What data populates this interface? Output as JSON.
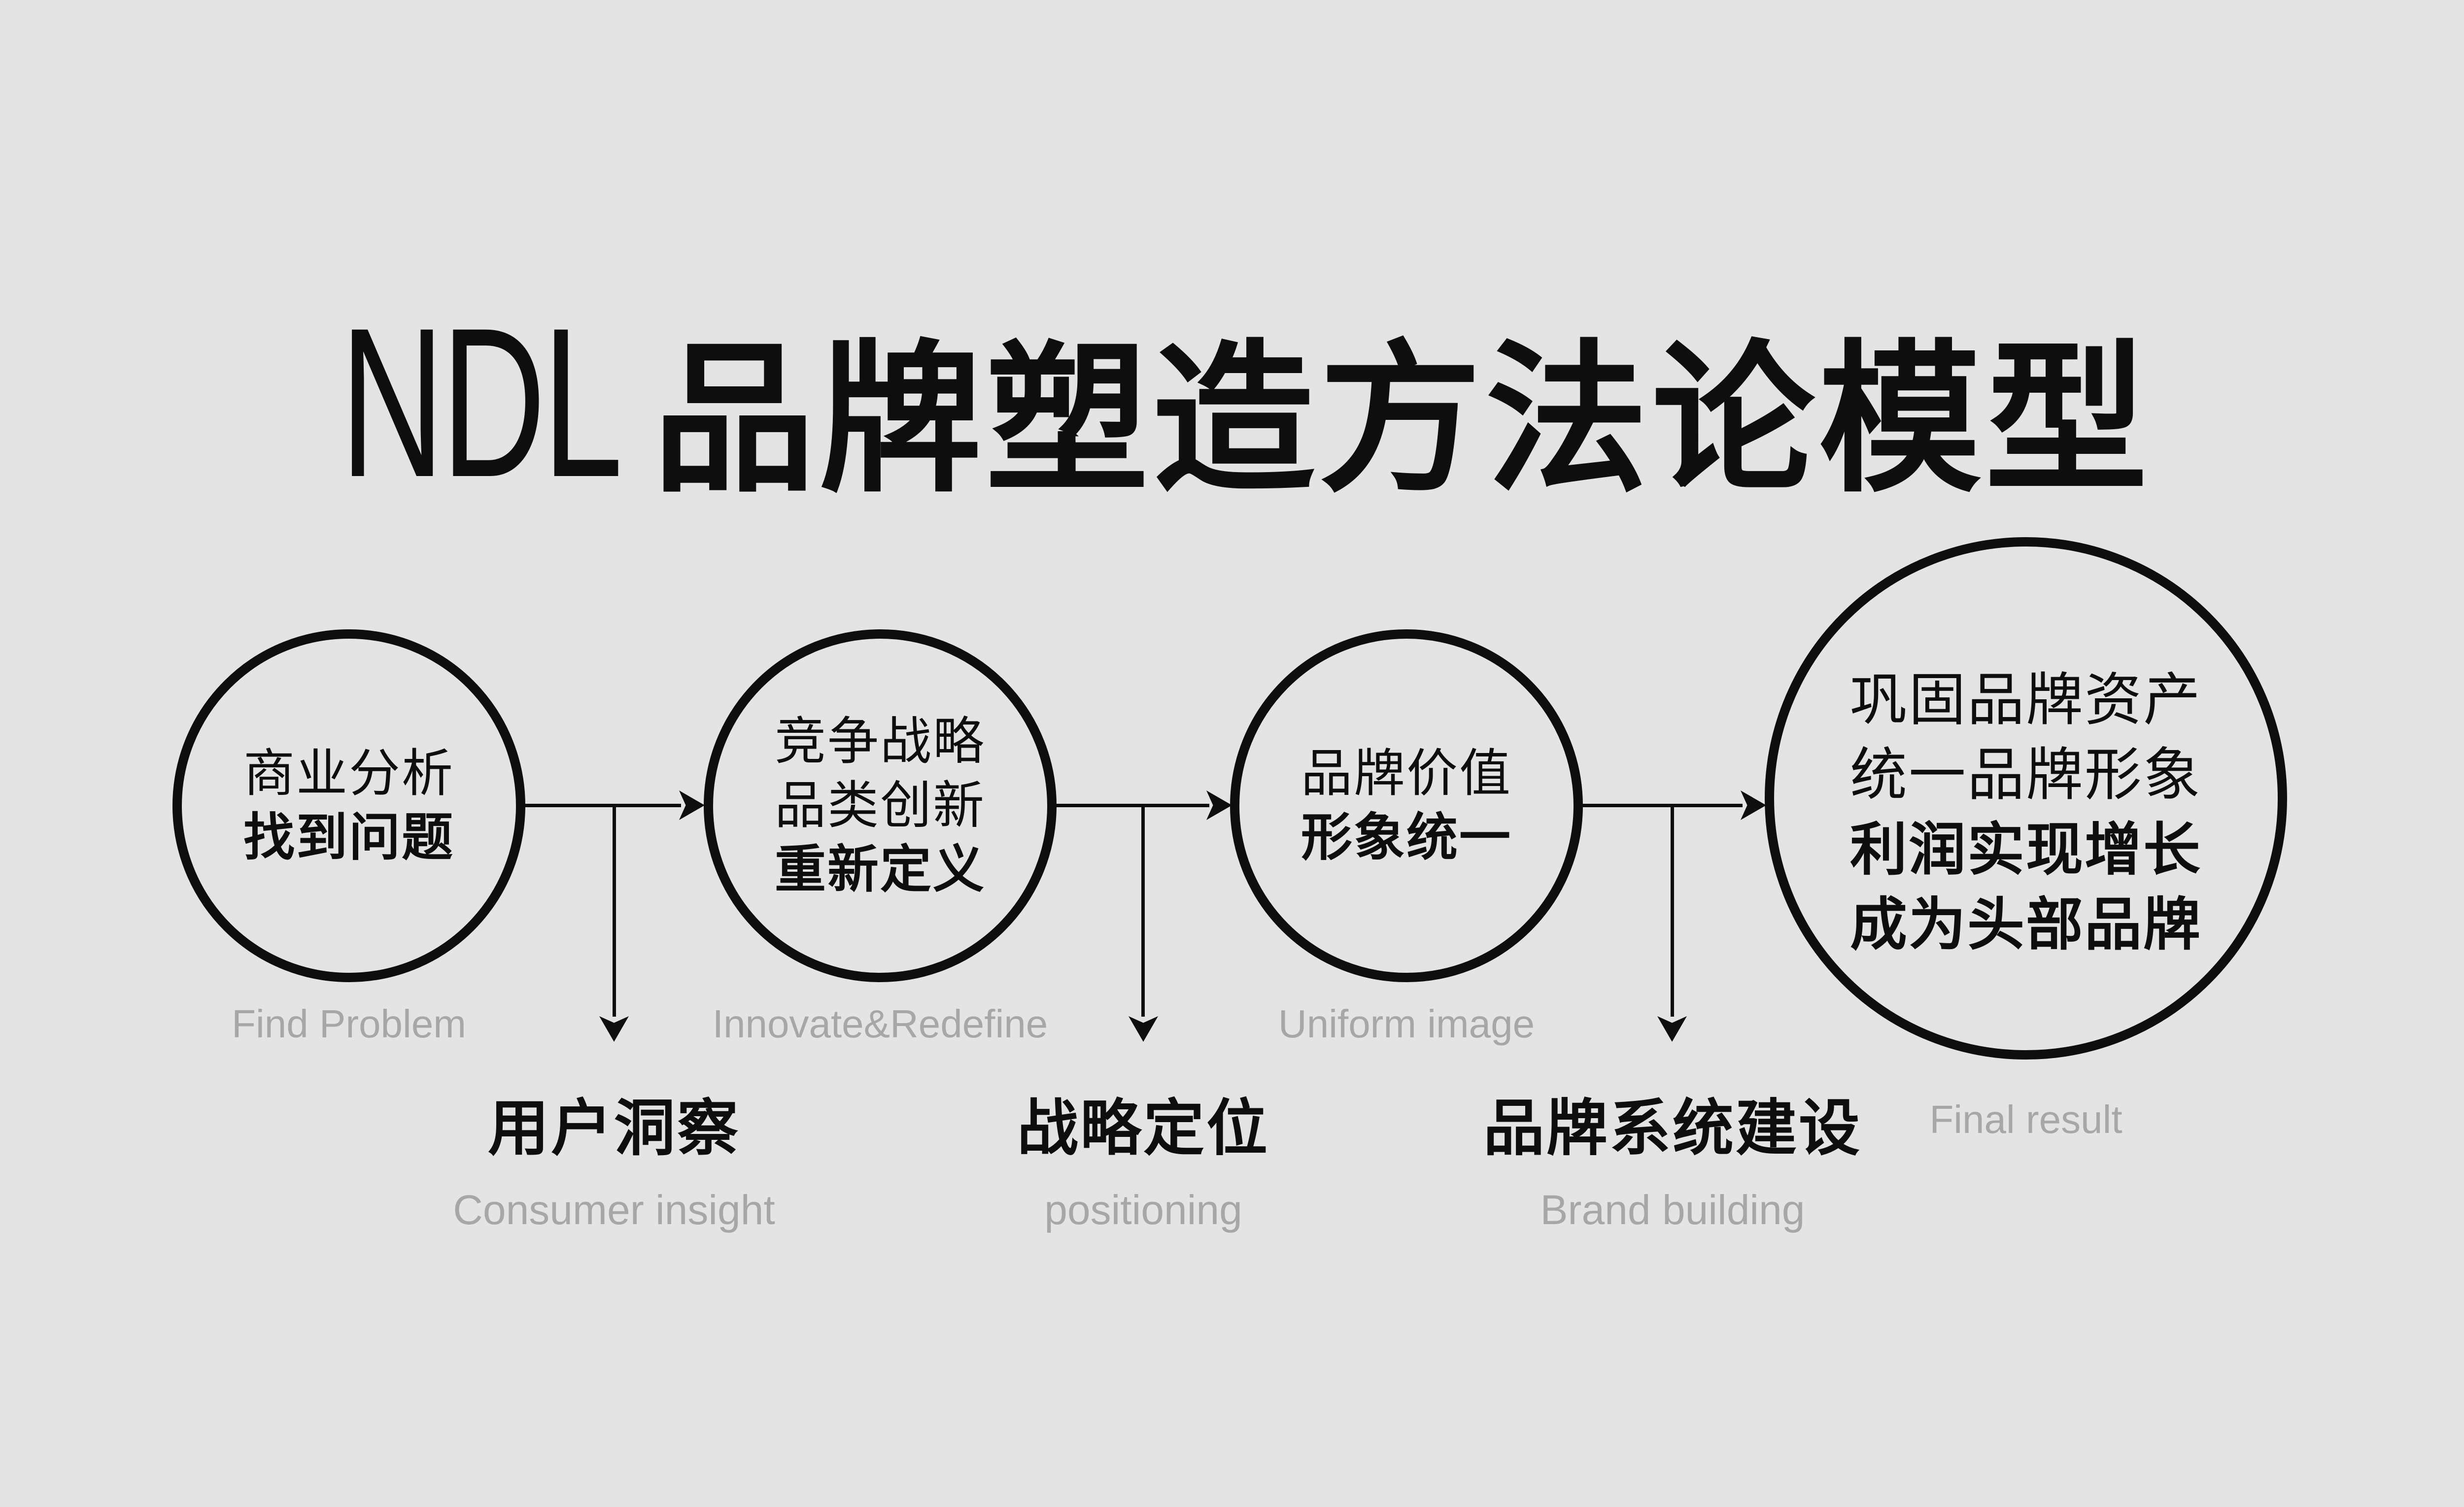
{
  "title": {
    "latin": "NDL",
    "zh": "品牌塑造方法论模型"
  },
  "stages": [
    {
      "lines_regular": [
        "商业分析"
      ],
      "lines_bold": [
        "找到问题"
      ],
      "caption": "Find Problem"
    },
    {
      "lines_regular": [
        "竞争战略",
        "品类创新"
      ],
      "lines_bold": [
        "重新定义"
      ],
      "caption": "Innovate&Redefine"
    },
    {
      "lines_regular": [
        "品牌价值"
      ],
      "lines_bold": [
        "形象统一"
      ],
      "caption": "Uniform image"
    },
    {
      "lines_regular": [
        "巩固品牌资产",
        "统一品牌形象"
      ],
      "lines_bold": [
        "利润实现增长",
        "成为头部品牌"
      ],
      "caption": "Final result"
    }
  ],
  "connectors": [
    {
      "zh": "用户洞察",
      "en": "Consumer insight"
    },
    {
      "zh": "战略定位",
      "en": "positioning"
    },
    {
      "zh": "品牌系统建设",
      "en": "Brand building"
    }
  ],
  "colors": {
    "background": "#e4e4e4",
    "ink": "#0e0e0e",
    "muted": "#a7a7a7"
  }
}
